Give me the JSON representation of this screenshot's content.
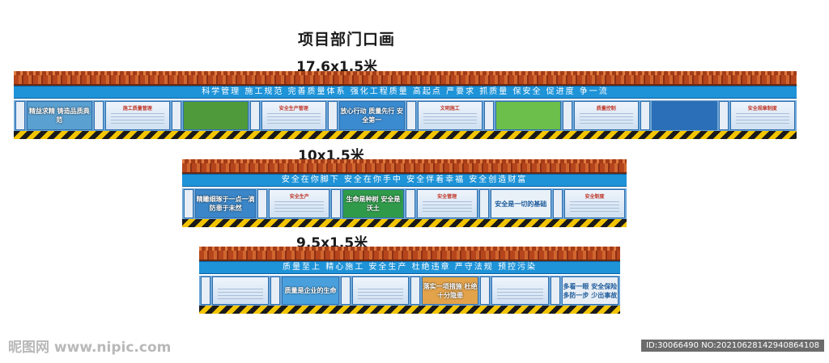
{
  "title": "项目部门口画",
  "boards": [
    {
      "size": "17.6x1.5米",
      "slogan": "科学管理  施工规范  完善质量体系  强化工程质量  高起点  严要求  抓质量  保安全  促进度  争一流",
      "panels": [
        {
          "kind": "img",
          "text": "精益求精 铸造品质典范",
          "color": "#5aa0d0"
        },
        {
          "kind": "text",
          "text": "施工质量管理"
        },
        {
          "kind": "img",
          "text": "",
          "color": "#4f9a3a"
        },
        {
          "kind": "text",
          "text": "安全生产管理"
        },
        {
          "kind": "img",
          "text": "放心行动 质量先行 安全第一",
          "color": "#3b8bd0"
        },
        {
          "kind": "text",
          "text": "文明施工"
        },
        {
          "kind": "img",
          "text": "",
          "color": "#6bbf4a"
        },
        {
          "kind": "text",
          "text": "质量控制"
        },
        {
          "kind": "img",
          "text": "",
          "color": "#2a6fb8"
        },
        {
          "kind": "text",
          "text": "安全规章制度"
        }
      ]
    },
    {
      "size": "10x1.5米",
      "slogan": "安全在你脚下  安全在你手中  安全伴着幸福  安全创造财富",
      "panels": [
        {
          "kind": "img",
          "text": "精雕细琢于一点一滴 防患于未然",
          "color": "#3a86c8"
        },
        {
          "kind": "text",
          "text": "安全生产"
        },
        {
          "kind": "img",
          "text": "生命是种树 安全是沃土",
          "color": "#2f9b4a"
        },
        {
          "kind": "text",
          "text": "安全管理"
        },
        {
          "kind": "img",
          "text": "安全是一切的基础",
          "color": "#e9f1f8"
        },
        {
          "kind": "text",
          "text": "安全制度"
        }
      ]
    },
    {
      "size": "9.5x1.5米",
      "slogan": "质量至上  精心施工  安全生产  杜绝违章  严守法规  预控污染",
      "panels": [
        {
          "kind": "text",
          "text": ""
        },
        {
          "kind": "img",
          "text": "质量是企业的生命",
          "color": "#4aa0dc"
        },
        {
          "kind": "text",
          "text": ""
        },
        {
          "kind": "img",
          "text": "落实一项措施 杜绝十分隐患",
          "color": "#e3a34a"
        },
        {
          "kind": "text",
          "text": ""
        },
        {
          "kind": "img",
          "text": "多看一眼 安全保险 多防一步 少出事故",
          "color": "#e8eef5"
        }
      ]
    }
  ],
  "watermark_left": "昵图网 www.nipic.com",
  "watermark_right": "ID:30066490 NO:20210628142940864108"
}
